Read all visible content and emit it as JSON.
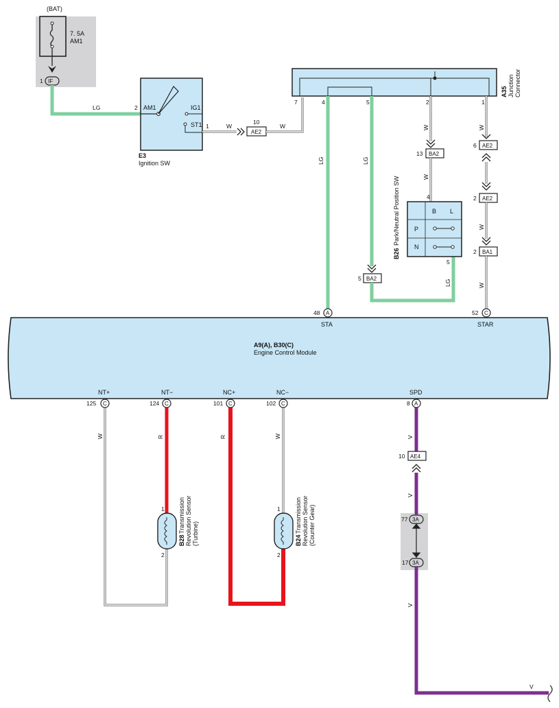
{
  "diagram": {
    "fuse": {
      "source_label": "(BAT)",
      "rating": "7. 5A",
      "name": "AM1",
      "connector": "IF",
      "connector_pin": "1"
    },
    "ignition_switch": {
      "code": "E3",
      "name": "Ignition SW",
      "pin_am1": "2",
      "label_am1": "AM1",
      "label_ig1": "IG1",
      "label_st1": "ST1",
      "pin_st1": "1"
    },
    "junction_connector": {
      "code": "A35",
      "name_line1": "Junction",
      "name_line2": "Connector",
      "pins": [
        "7",
        "4",
        "5",
        "2",
        "1"
      ]
    },
    "park_neutral_switch": {
      "code": "B26",
      "name": "Park/Neutral Position SW",
      "col_b": "B",
      "col_l": "L",
      "row_p": "P",
      "row_n": "N",
      "pin_in": "4",
      "pin_out": "5"
    },
    "ecm": {
      "code": "A9(A), B30(C)",
      "name": "Engine Control Module",
      "top_terminals": [
        {
          "name": "STA",
          "pin": "48",
          "conn": "A"
        },
        {
          "name": "STAR",
          "pin": "52",
          "conn": "C"
        }
      ],
      "bottom_terminals": [
        {
          "name": "NT+",
          "pin": "125",
          "conn": "C"
        },
        {
          "name": "NT−",
          "pin": "124",
          "conn": "C"
        },
        {
          "name": "NC+",
          "pin": "101",
          "conn": "C"
        },
        {
          "name": "NC−",
          "pin": "102",
          "conn": "C"
        },
        {
          "name": "SPD",
          "pin": "8",
          "conn": "A"
        }
      ]
    },
    "sensor_b28": {
      "code": "B28",
      "line1": "Transmission",
      "line2": "Revolution Sensor",
      "line3": "(Turbine)",
      "pin1": "1",
      "pin2": "2"
    },
    "sensor_b24": {
      "code": "B24",
      "line1": "Transmission",
      "line2": "Revolution Sensor",
      "line3": "(Counter Gear)",
      "pin1": "1",
      "pin2": "2"
    },
    "connectors": {
      "ae2_st": {
        "label": "AE2",
        "pin": "10"
      },
      "ba2_top": {
        "label": "BA2",
        "pin": "13"
      },
      "ba2_bottom": {
        "label": "BA2",
        "pin": "5"
      },
      "ae2_a": {
        "label": "AE2",
        "pin": "6"
      },
      "ae2_b": {
        "label": "AE2",
        "pin": "2"
      },
      "ba1": {
        "label": "BA1",
        "pin": "2"
      },
      "ae4": {
        "label": "AE4",
        "pin": "10"
      },
      "j3a_top": {
        "label": "3A",
        "pin": "77"
      },
      "j3a_bottom": {
        "label": "3A",
        "pin": "17"
      }
    },
    "wire_colors": {
      "lg": "LG",
      "w": "W",
      "r": "R",
      "v": "V"
    },
    "colors": {
      "green": "#7fcf9f",
      "red": "#e8141c",
      "purple": "#7d2f8f",
      "component_fill": "#c8e6f6",
      "grey_box": "#d4d4d6"
    }
  }
}
